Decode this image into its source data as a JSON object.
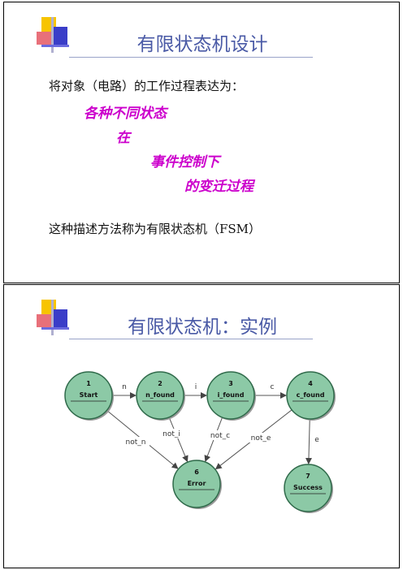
{
  "slide1": {
    "title": "有限状态机设计",
    "intro": "将对象（电路）的工作过程表达为：",
    "emphasis": [
      "各种不同状态",
      "在",
      "事件控制下",
      "的变迁过程"
    ],
    "conclusion": "这种描述方法称为有限状态机（FSM）"
  },
  "slide2": {
    "title": "有限状态机：实例",
    "diagram": {
      "node_color": "#8cc9a6",
      "nodes": [
        {
          "id": "1",
          "label": "Start"
        },
        {
          "id": "2",
          "label": "n_found"
        },
        {
          "id": "3",
          "label": "i_found"
        },
        {
          "id": "4",
          "label": "c_found"
        },
        {
          "id": "6",
          "label": "Error"
        },
        {
          "id": "7",
          "label": "Success"
        }
      ],
      "edges": [
        {
          "from": "1",
          "to": "2",
          "label": "n"
        },
        {
          "from": "2",
          "to": "3",
          "label": "i"
        },
        {
          "from": "3",
          "to": "4",
          "label": "c"
        },
        {
          "from": "1",
          "to": "6",
          "label": "not_n"
        },
        {
          "from": "2",
          "to": "6",
          "label": "not_i"
        },
        {
          "from": "3",
          "to": "6",
          "label": "not_c"
        },
        {
          "from": "4",
          "to": "6",
          "label": "not_e"
        },
        {
          "from": "4",
          "to": "7",
          "label": "e"
        }
      ]
    }
  }
}
